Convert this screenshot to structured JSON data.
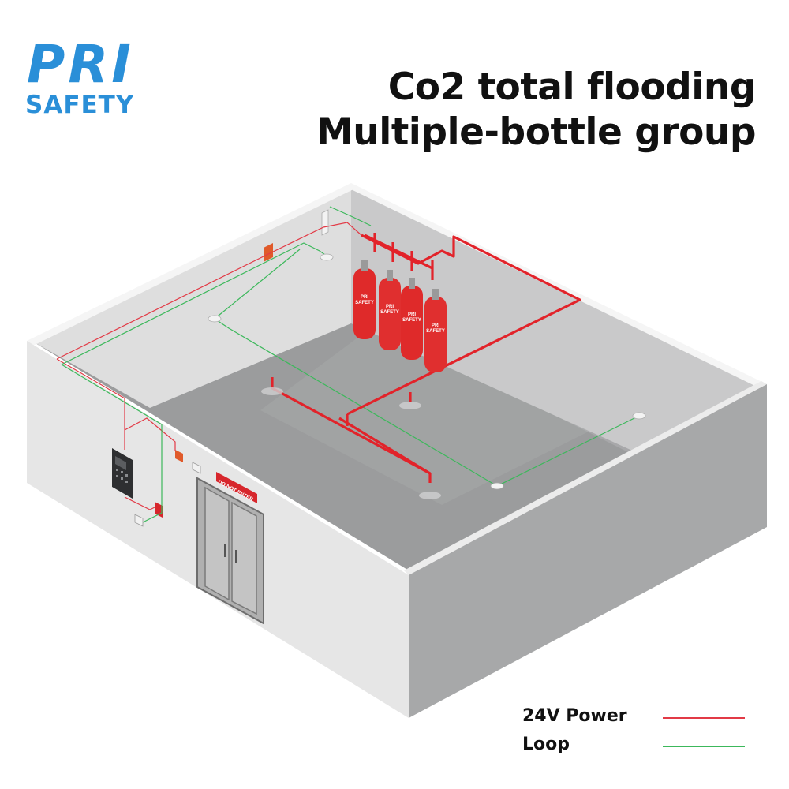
{
  "brand": {
    "logo_top": "PRI",
    "logo_bottom": "SAFETY",
    "logo_color": "#2a8fd8"
  },
  "title": {
    "line1": "Co2 total flooding",
    "line2": "Multiple-bottle group"
  },
  "legend": [
    {
      "label": "24V Power",
      "color": "#e23a46"
    },
    {
      "label": "Loop",
      "color": "#3cb85b"
    }
  ],
  "scene": {
    "door_sign": "DO NOT ENTER",
    "cylinder_brand": "PRI\nSAFETY",
    "pipe_color": "#e2232a",
    "loop_color": "#3cb85b",
    "power_color": "#e23a46",
    "wall_color": "#e4e4e4",
    "floor_light": "#a9aaab",
    "floor_dark": "#8f9091"
  }
}
